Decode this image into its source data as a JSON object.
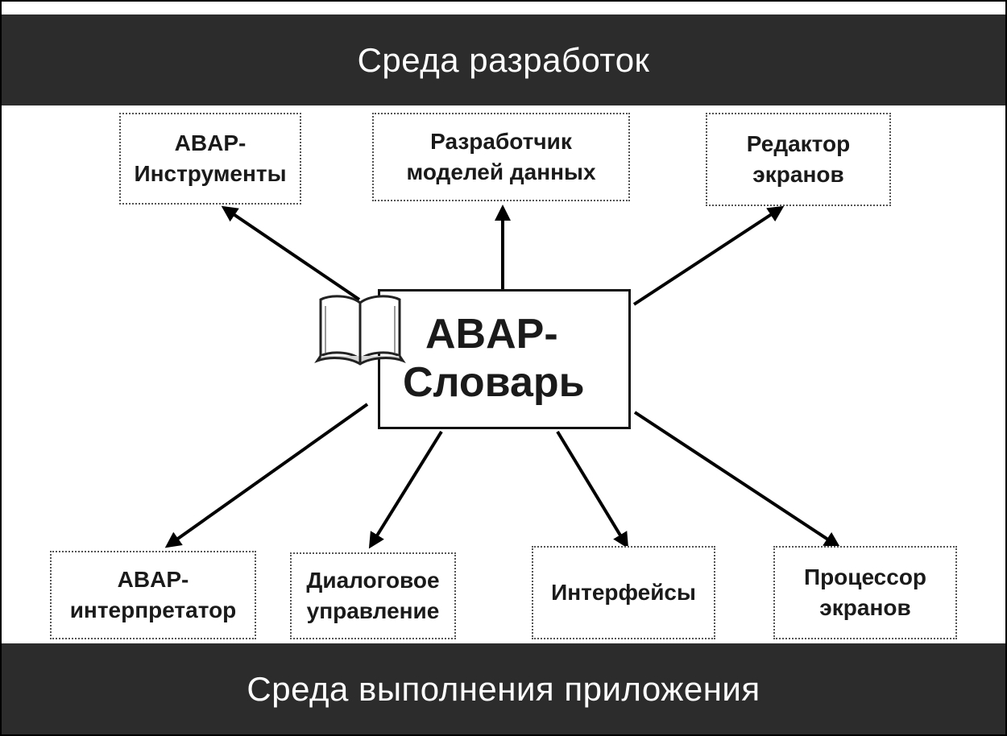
{
  "header": {
    "title": "Среда разработок"
  },
  "footer": {
    "title": "Среда выполнения приложения"
  },
  "center": {
    "line1": "ABAP-",
    "line2": "Словарь",
    "icon": "open-book-icon"
  },
  "top_boxes": [
    {
      "line1": "ABAP-",
      "line2": "Инструменты"
    },
    {
      "line1": "Разработчик",
      "line2": "моделей данных"
    },
    {
      "line1": "Редактор",
      "line2": "экранов"
    }
  ],
  "bottom_boxes": [
    {
      "line1": "ABAP-",
      "line2": "интерпретатор"
    },
    {
      "line1": "Диалоговое",
      "line2": "управление"
    },
    {
      "line1": "Интерфейсы"
    },
    {
      "line1": "Процессор",
      "line2": "экранов"
    }
  ],
  "colors": {
    "band": "#2c2c2c",
    "band_text": "#ffffff",
    "arrow": "#000000",
    "box_border": "#555555"
  }
}
